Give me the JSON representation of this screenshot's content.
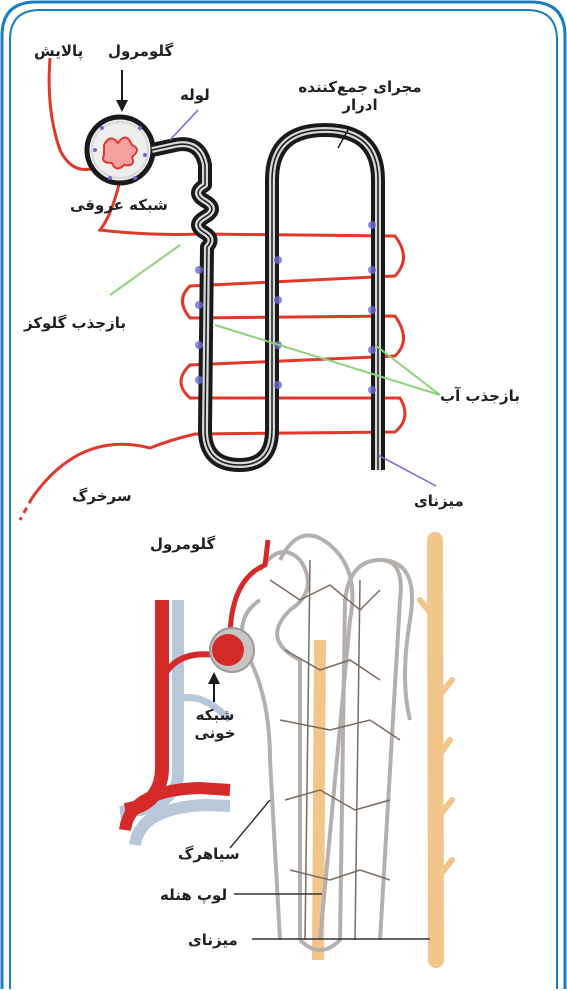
{
  "colors": {
    "frame": "#1b7cc1",
    "artery": "#e0392b",
    "tubule_outer": "#1a1a1a",
    "tubule_inner": "#d8d8d8",
    "pointer_blue": "#6c6ad6",
    "pointer_green": "#8bd47a",
    "vessel_red": "#d42a2a",
    "vein_blue": "#b8c8d8",
    "tubule_gray": "#b5b0ad",
    "collecting_duct": "#f2c58a"
  },
  "top_diagram": {
    "labels": {
      "filtration": "پالایش",
      "glomerulus": "گلومرول",
      "tubule": "لوله",
      "collecting_duct_line1": "مجرای جمع‌کننده",
      "collecting_duct_line2": "ادرار",
      "capillary_network": "شبکه عروقی",
      "glucose_reabsorption": "بازجذب گلوکز",
      "water_reabsorption": "بازجذب آب",
      "artery": "سرخرگ",
      "ureter": "میزنای"
    }
  },
  "bottom_diagram": {
    "labels": {
      "glomerulus": "گلومرول",
      "blood_network_line1": "شبکه",
      "blood_network_line2": "خونی",
      "vein": "سیاهرگ",
      "loop_of_henle": "لوپ هنله",
      "ureter": "میزنای"
    }
  }
}
